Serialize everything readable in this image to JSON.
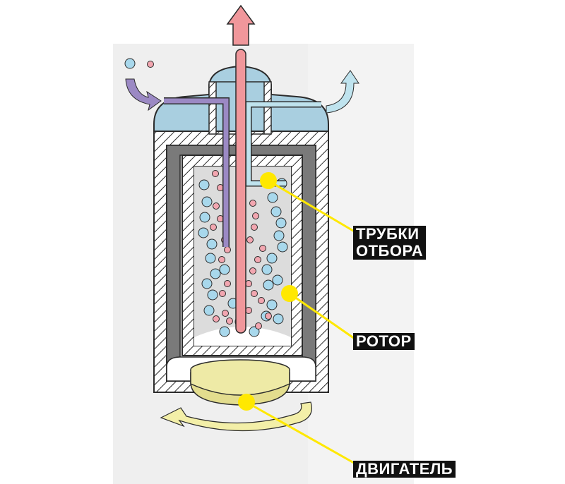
{
  "labels": {
    "tubes_line1": "ТРУБКИ",
    "tubes_line2": "ОТБОРА",
    "rotor": "РОТОР",
    "motor": "ДВИГАТЕЛЬ"
  },
  "colors": {
    "background_panel": "#efefef",
    "inlet_tube": "#9b89c4",
    "outlet_tube_light": "#bfe3ee",
    "outlet_tube_heavy": "#f0979b",
    "cap": "#a9cfe0",
    "wall_hatch": "#2b2b2b",
    "inner_wall": "#7a7a7a",
    "rotor_bg": "#dcdcdc",
    "particle_light": "#a8d8ec",
    "particle_heavy": "#f2a6b0",
    "motor": "#eeeaa6",
    "rotation_arrow": "#f3efa8",
    "callout": "#ffe800"
  }
}
